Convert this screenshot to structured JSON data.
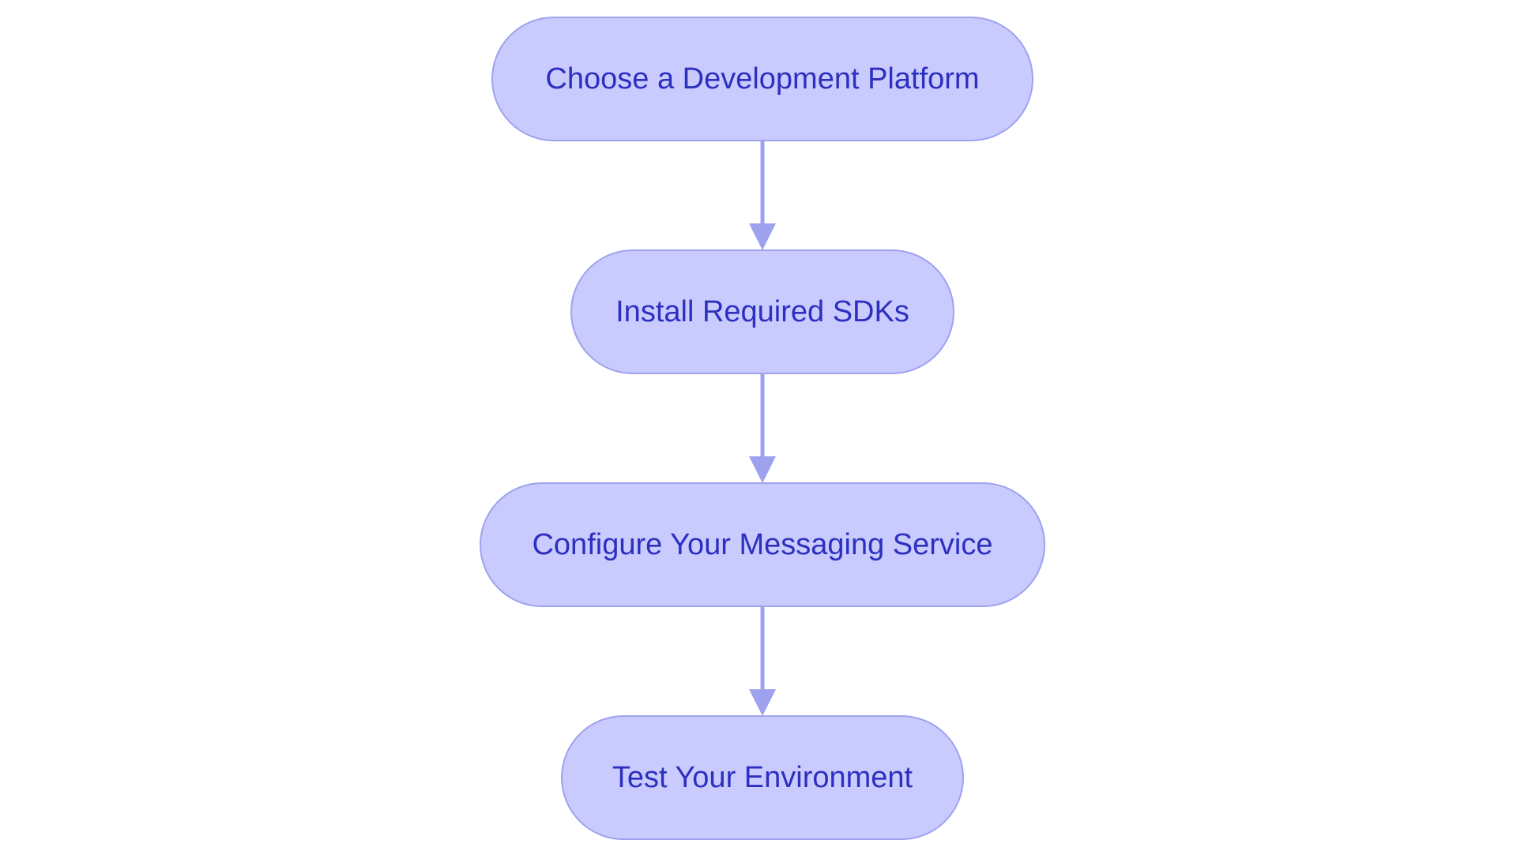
{
  "colors": {
    "node_fill": "#c9cbff",
    "node_stroke": "#9ea2ee",
    "node_text": "#2d2fbf",
    "edge": "#9ea2ee",
    "background": "#ffffff"
  },
  "nodes": [
    {
      "id": "step-1",
      "label": "Choose a Development Platform"
    },
    {
      "id": "step-2",
      "label": "Install Required SDKs"
    },
    {
      "id": "step-3",
      "label": "Configure Your Messaging Service"
    },
    {
      "id": "step-4",
      "label": "Test Your Environment"
    }
  ],
  "edges": [
    {
      "from": "step-1",
      "to": "step-2"
    },
    {
      "from": "step-2",
      "to": "step-3"
    },
    {
      "from": "step-3",
      "to": "step-4"
    }
  ]
}
